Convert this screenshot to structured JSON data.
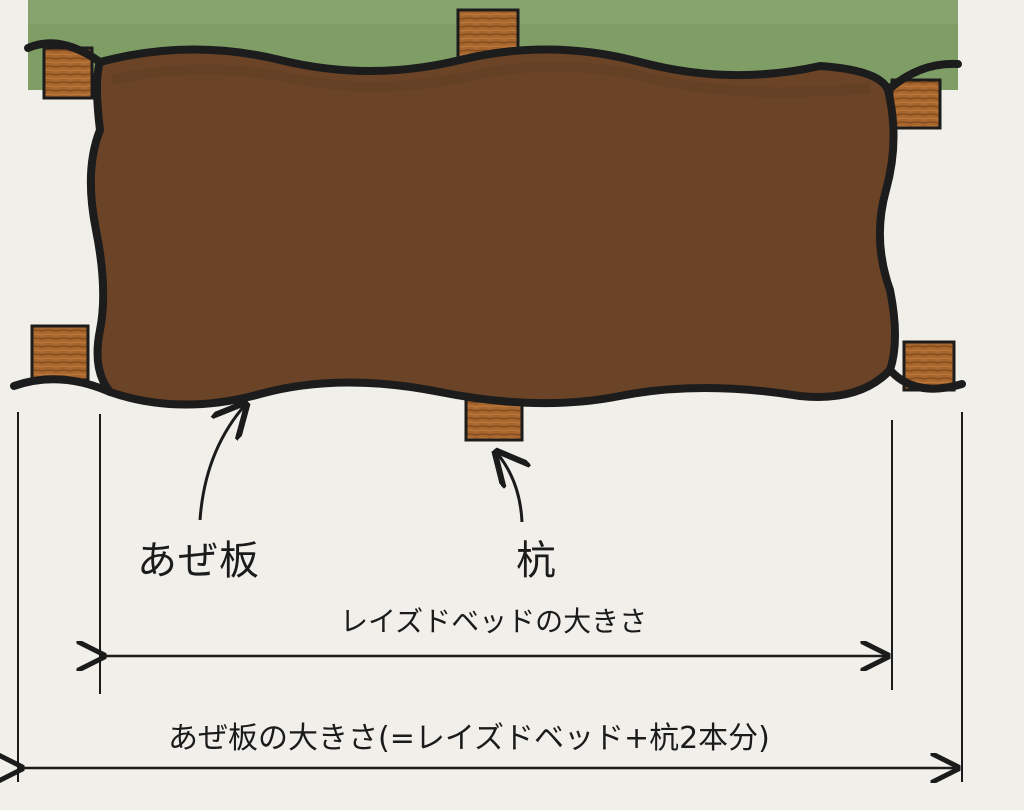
{
  "labels": {
    "board": "あぜ板",
    "stake": "杭",
    "bed_size": "レイズドベッドの大きさ",
    "board_size": "あぜ板の大きさ(=レイズドベッド+杭2本分)"
  },
  "colors": {
    "background": "#f1efe9",
    "grass": "#7f9e66",
    "soil": "#6b4427",
    "board_outline": "#1c1c1c",
    "stake_wood": "#a8662e",
    "line": "#1b1b1b"
  }
}
